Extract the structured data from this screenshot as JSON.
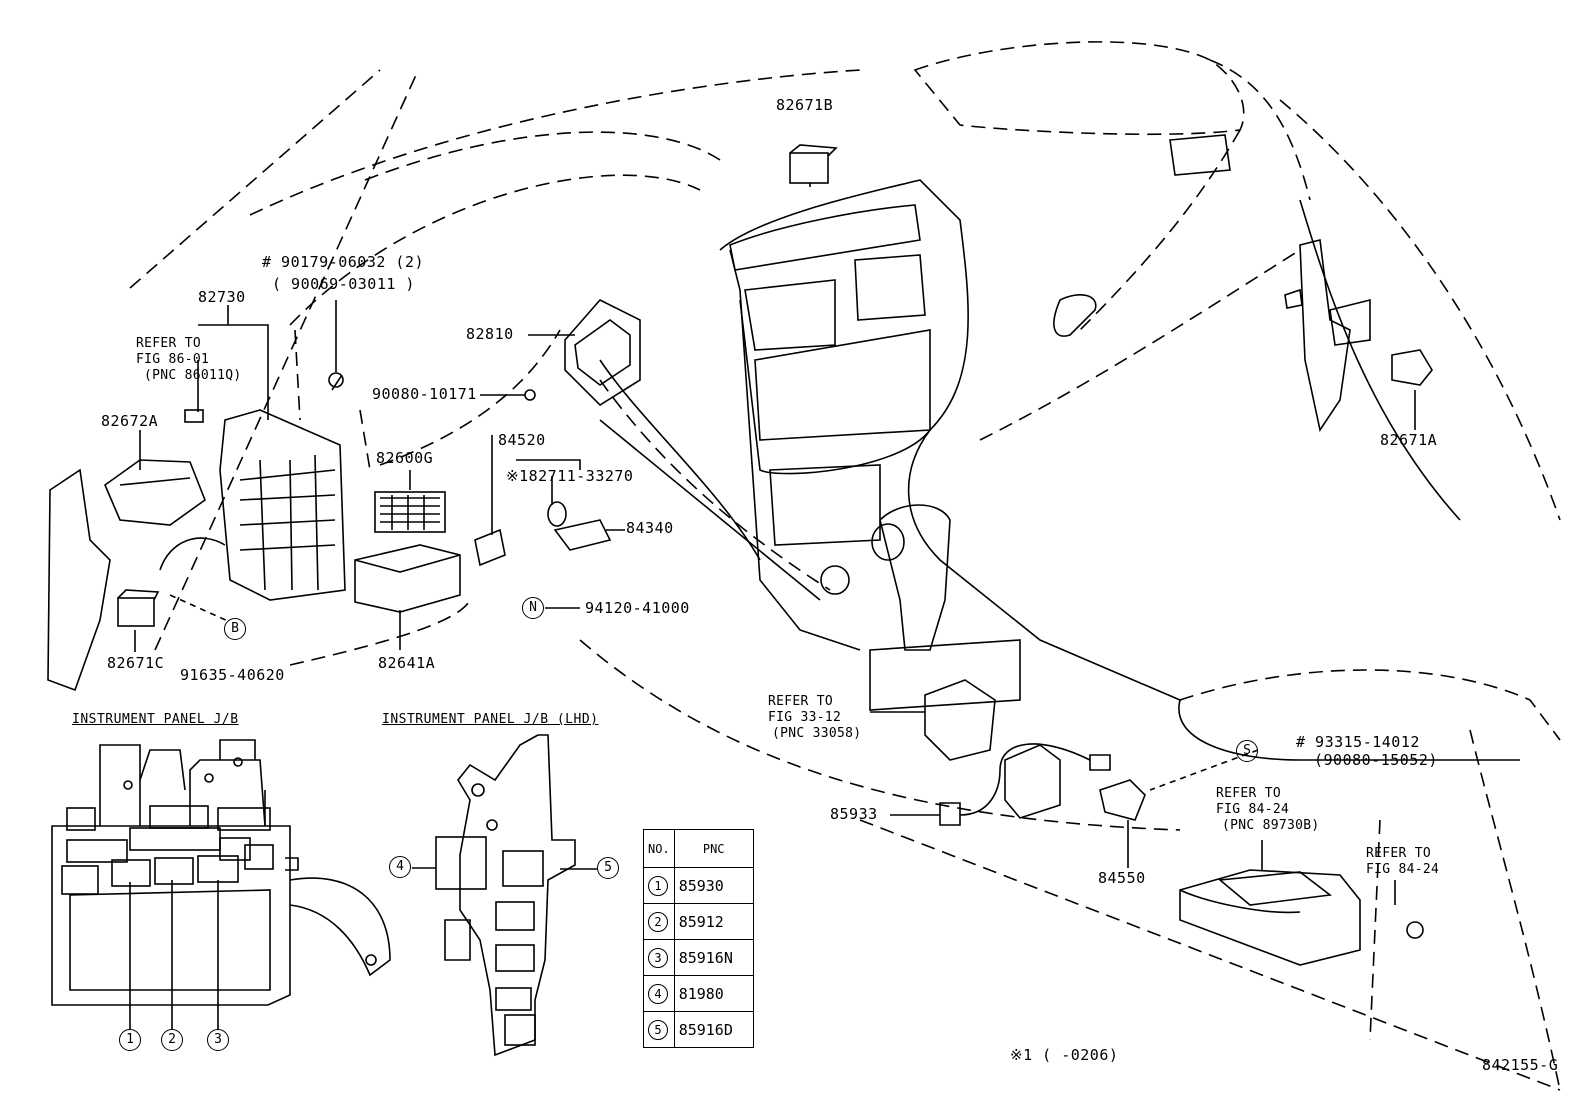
{
  "labels": {
    "p82671B": "82671B",
    "p90179": "# 90179-06032 (2)",
    "p90069": "( 90069-03011 )",
    "p82730": "82730",
    "refer86_a": "REFER TO",
    "refer86_b": "FIG 86-01",
    "refer86_c": "(PNC 86011Q)",
    "p82810": "82810",
    "p90080": "90080-10171",
    "p82672A": "82672A",
    "p84520": "84520",
    "p82600G": "82600G",
    "p82711": "※182711-33270",
    "p84340": "84340",
    "pN": "N",
    "p94120": "94120-41000",
    "pB": "B",
    "p82671C": "82671C",
    "p91635": "91635-40620",
    "p82641A": "82641A",
    "p82671A": "82671A",
    "refer33_a": "REFER TO",
    "refer33_b": "FIG 33-12",
    "refer33_c": "(PNC 33058)",
    "pS": "S",
    "p93315": "# 93315-14012",
    "p90080b": "(90080-15052)",
    "p85933": "85933",
    "p84550": "84550",
    "refer84a_a": "REFER TO",
    "refer84a_b": "FIG 84-24",
    "refer84a_c": "(PNC 89730B)",
    "refer84b_a": "REFER TO",
    "refer84b_b": "FIG 84-24",
    "jb_title": "INSTRUMENT PANEL J/B",
    "jb_lhd_title": "INSTRUMENT PANEL J/B (LHD)",
    "n1": "1",
    "n2": "2",
    "n3": "3",
    "n4": "4",
    "n5": "5",
    "footnote": "※1 (      -0206)",
    "fig_code": "842155-G"
  },
  "table": {
    "head_no": "NO.",
    "head_pnc": "PNC",
    "rows": [
      {
        "no": "1",
        "pnc": "85930"
      },
      {
        "no": "2",
        "pnc": "85912"
      },
      {
        "no": "3",
        "pnc": "85916N"
      },
      {
        "no": "4",
        "pnc": "81980"
      },
      {
        "no": "5",
        "pnc": "85916D"
      }
    ]
  }
}
